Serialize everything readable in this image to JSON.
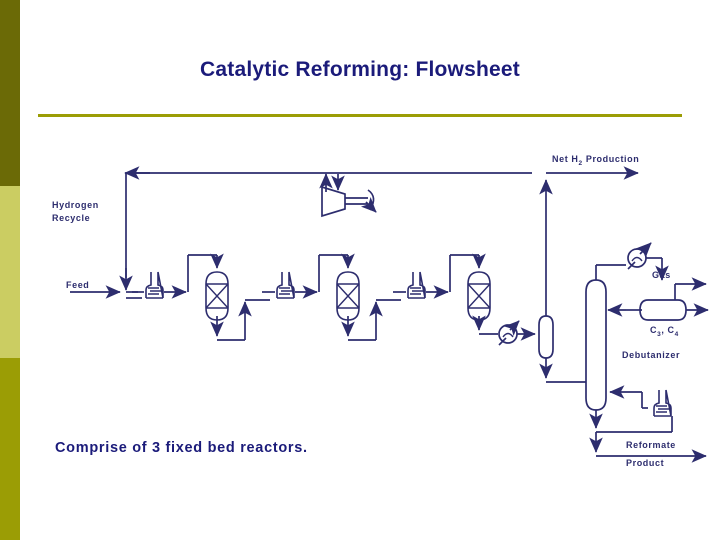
{
  "slide": {
    "title": "Catalytic Reforming: Flowsheet",
    "bullet_text": "Comprise of 3 fixed bed reactors.",
    "colors": {
      "title_navy": "#1b1b7a",
      "rule_olive": "#9b9d05",
      "sidebar_dark": "#6b6a06",
      "sidebar_light": "#cbcd62",
      "sidebar_olive": "#9b9d05",
      "diagram_ink": "#2d2d6e"
    }
  },
  "diagram": {
    "name": "catalytic-reforming-process-flow-diagram",
    "labels": {
      "hydrogen_recycle_line1": "Hydrogen",
      "hydrogen_recycle_line2": "Recycle",
      "feed": "Feed",
      "net_h2_prefix": "Net H",
      "net_h2_sub": "2",
      "net_h2_suffix": " Production",
      "gas": "Gas",
      "c3c4_c": "C",
      "c3c4_sub3": "3",
      "c3c4_mid": ", C",
      "c3c4_sub4": "4",
      "debutanizer": "Debutanizer",
      "reformate_line1": "Reformate",
      "reformate_line2": "Product"
    },
    "equipment": [
      {
        "id": "heater-1",
        "type": "fired-heater",
        "label": ""
      },
      {
        "id": "reactor-1",
        "type": "fixed-bed-reactor",
        "label": ""
      },
      {
        "id": "heater-2",
        "type": "fired-heater",
        "label": ""
      },
      {
        "id": "reactor-2",
        "type": "fixed-bed-reactor",
        "label": ""
      },
      {
        "id": "heater-3",
        "type": "fired-heater",
        "label": ""
      },
      {
        "id": "reactor-3",
        "type": "fixed-bed-reactor",
        "label": ""
      },
      {
        "id": "product-cooler",
        "type": "cooler",
        "label": ""
      },
      {
        "id": "separator-drum",
        "type": "vertical-drum",
        "label": ""
      },
      {
        "id": "recycle-compressor",
        "type": "compressor",
        "label": ""
      },
      {
        "id": "debutanizer-column",
        "type": "distillation-column",
        "label": "Debutanizer"
      },
      {
        "id": "overhead-condenser",
        "type": "condenser",
        "label": ""
      },
      {
        "id": "reflux-accumulator",
        "type": "horizontal-drum",
        "label": ""
      },
      {
        "id": "reboiler",
        "type": "fired-heater",
        "label": ""
      }
    ],
    "streams": [
      {
        "id": "feed-stream",
        "label": "Feed"
      },
      {
        "id": "hydrogen-recycle-stream",
        "label": "Hydrogen Recycle"
      },
      {
        "id": "net-hydrogen-stream",
        "label": "Net H2 Production"
      },
      {
        "id": "gas-stream",
        "label": "Gas"
      },
      {
        "id": "lpg-stream",
        "label": "C3, C4"
      },
      {
        "id": "reformate-stream",
        "label": "Reformate Product"
      }
    ]
  }
}
